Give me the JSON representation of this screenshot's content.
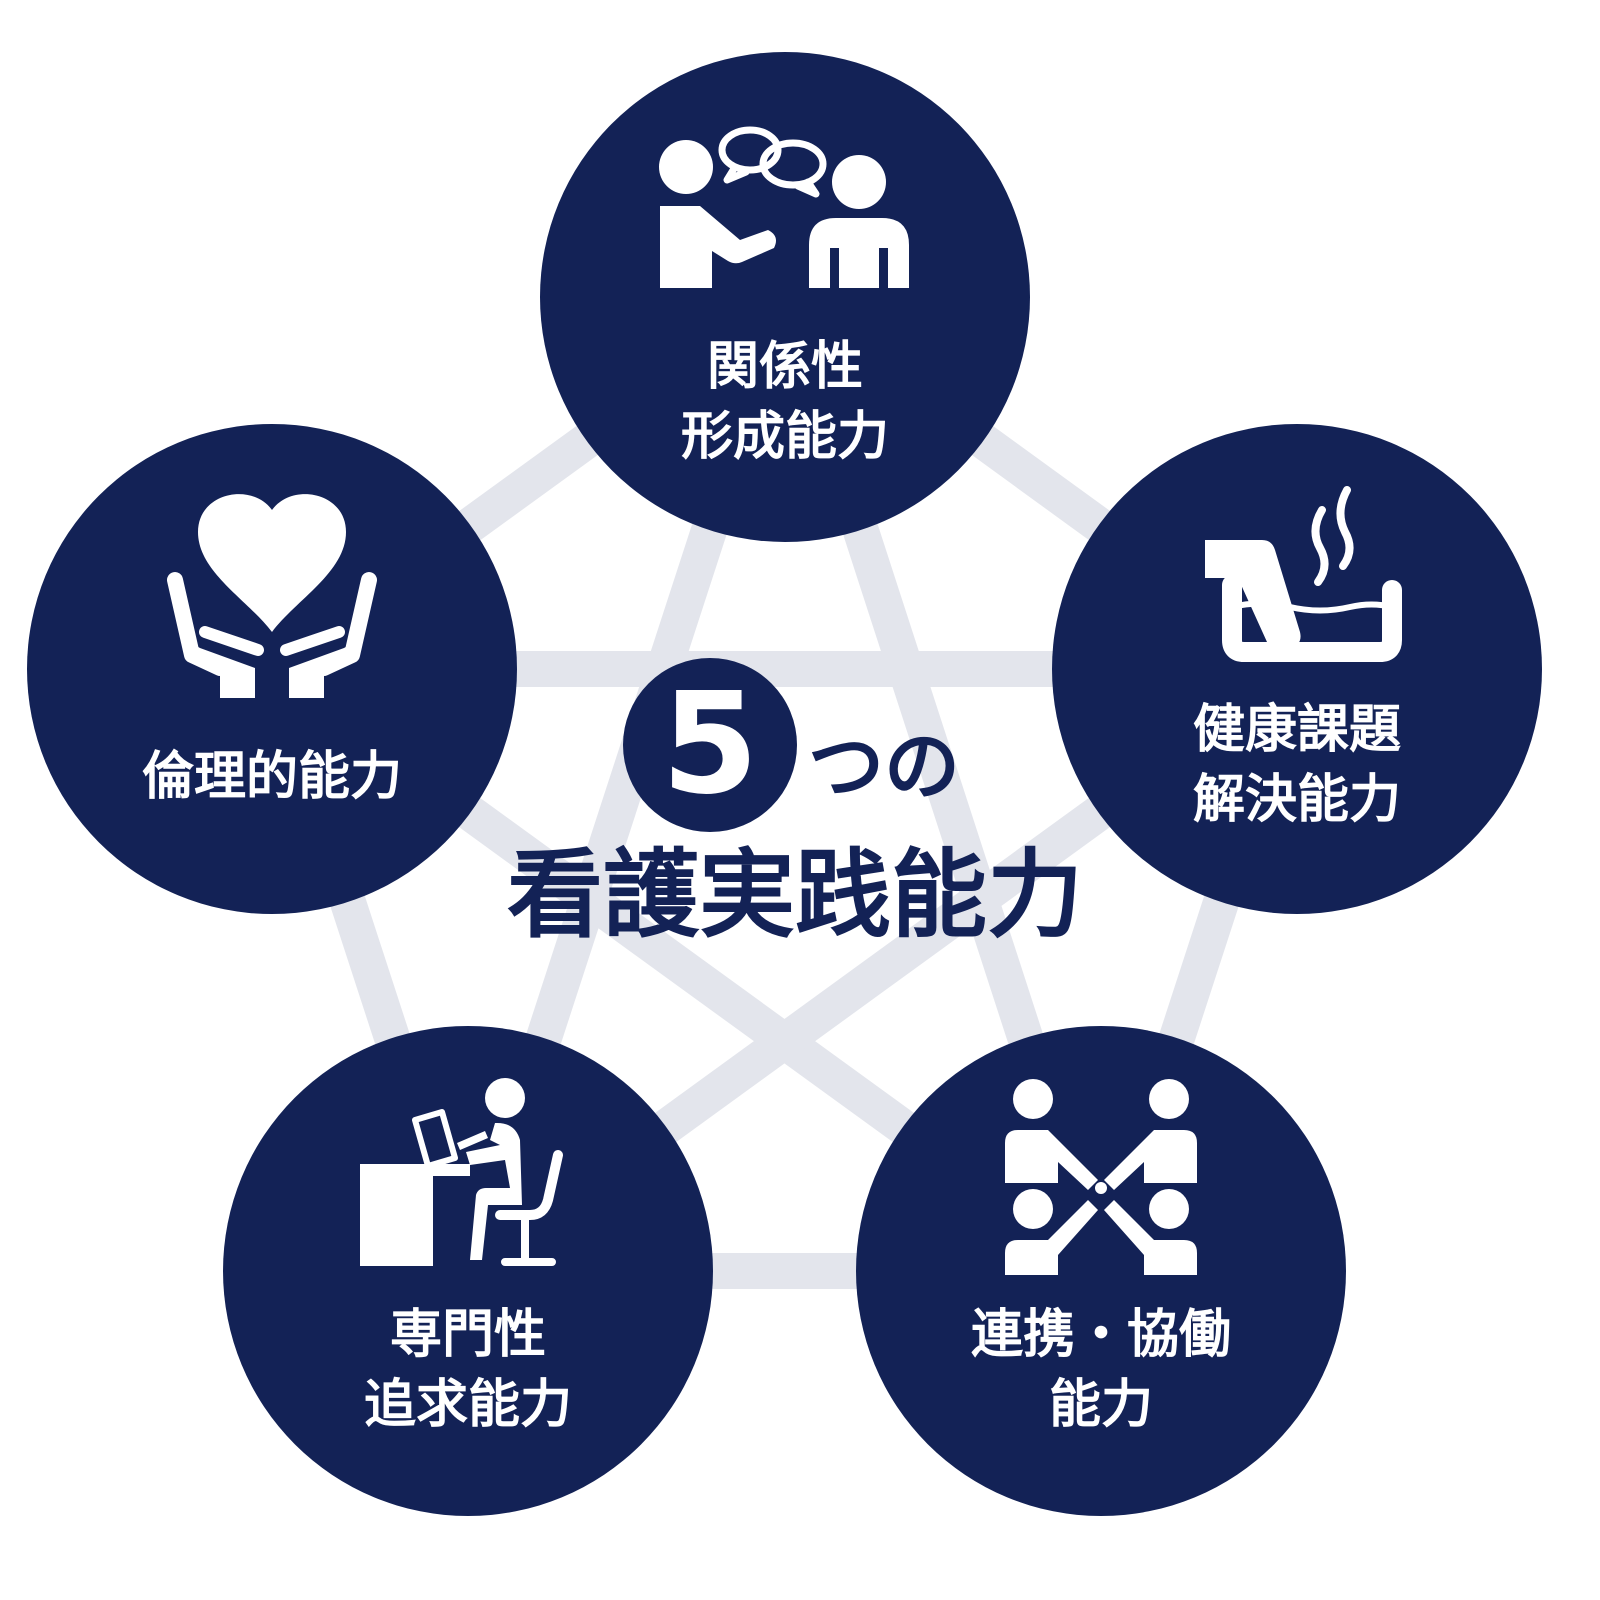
{
  "colors": {
    "node_fill": "#132256",
    "connector": "#e3e5ec",
    "background": "#ffffff",
    "label_text": "#ffffff",
    "center_text": "#132256"
  },
  "center": {
    "number": "5",
    "suffix": "つの",
    "title": "看護実践能力"
  },
  "nodes": [
    {
      "id": "relationship",
      "icon": "conversation-icon",
      "lines": [
        "関係性",
        "形成能力"
      ]
    },
    {
      "id": "health",
      "icon": "bath-icon",
      "lines": [
        "健康課題",
        "解決能力"
      ]
    },
    {
      "id": "collaboration",
      "icon": "team-meeting-icon",
      "lines": [
        "連携・協働",
        "能力"
      ]
    },
    {
      "id": "professional",
      "icon": "study-desk-icon",
      "lines": [
        "専門性",
        "追求能力"
      ]
    },
    {
      "id": "ethics",
      "icon": "heart-hands-icon",
      "lines": [
        "倫理的能力"
      ]
    }
  ]
}
